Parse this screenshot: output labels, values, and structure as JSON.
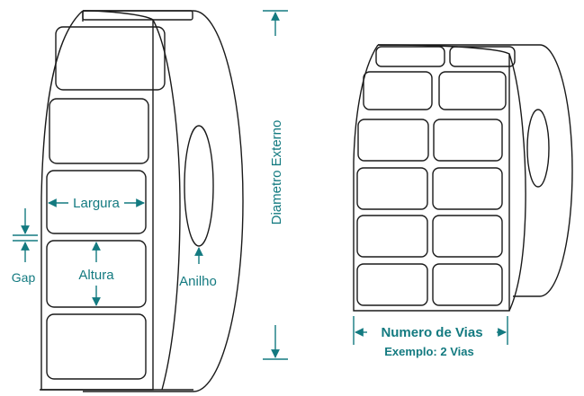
{
  "colors": {
    "outline": "#1a1a1a",
    "annotation": "#137a80",
    "background": "#ffffff"
  },
  "left_roll": {
    "label_width": "Largura",
    "label_height": "Altura",
    "gap": "Gap",
    "core": "Anilho",
    "outer_diameter": "Diametro Externo"
  },
  "right_roll": {
    "lanes": "Numero de Vias",
    "example": "Exemplo: 2 Vias"
  }
}
